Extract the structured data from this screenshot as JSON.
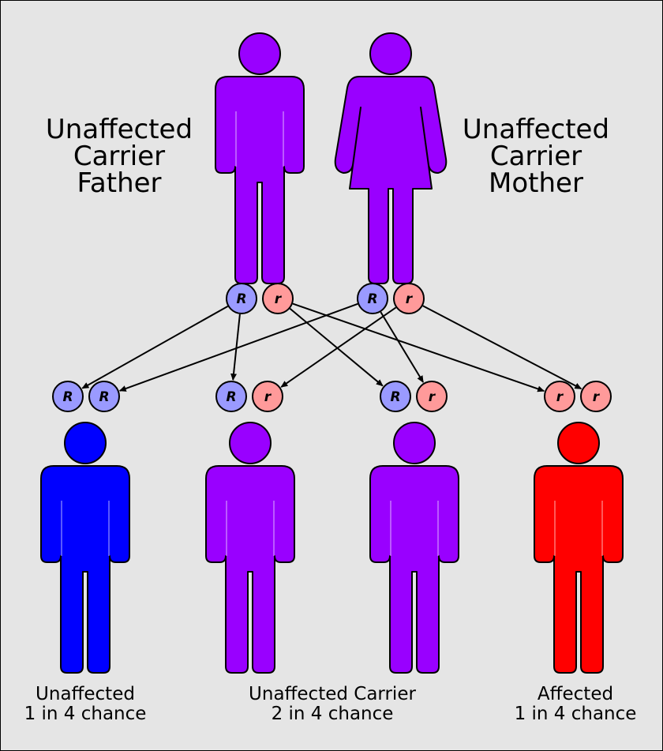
{
  "colors": {
    "carrier": "#9900ff",
    "unaffected": "#0000ff",
    "affected": "#ff0000",
    "allele_dominant": "#9a9aff",
    "allele_recessive": "#ff9a9a",
    "outline": "#000000"
  },
  "parents": [
    {
      "id": "father",
      "label_lines": [
        "Unaffected",
        "Carrier",
        "Father"
      ],
      "alleles": [
        "R",
        "r"
      ],
      "color_key": "carrier",
      "figure": "male-icon"
    },
    {
      "id": "mother",
      "label_lines": [
        "Unaffected",
        "Carrier",
        "Mother"
      ],
      "alleles": [
        "R",
        "r"
      ],
      "color_key": "carrier",
      "figure": "female-icon"
    }
  ],
  "children": [
    {
      "id": "child-1",
      "alleles": [
        "R",
        "R"
      ],
      "color_key": "unaffected"
    },
    {
      "id": "child-2",
      "alleles": [
        "R",
        "r"
      ],
      "color_key": "carrier"
    },
    {
      "id": "child-3",
      "alleles": [
        "R",
        "r"
      ],
      "color_key": "carrier"
    },
    {
      "id": "child-4",
      "alleles": [
        "r",
        "r"
      ],
      "color_key": "affected"
    }
  ],
  "outcome_labels": [
    {
      "line1": "Unaffected",
      "line2": "1 in 4 chance"
    },
    {
      "line1": "Unaffected Carrier",
      "line2": "2 in 4 chance"
    },
    {
      "line1": "Affected",
      "line2": "1 in 4 chance"
    }
  ],
  "inheritance_arrows": [
    {
      "from": "father",
      "allele": "R",
      "to": "child-1"
    },
    {
      "from": "father",
      "allele": "R",
      "to": "child-2"
    },
    {
      "from": "father",
      "allele": "r",
      "to": "child-3"
    },
    {
      "from": "father",
      "allele": "r",
      "to": "child-4"
    },
    {
      "from": "mother",
      "allele": "R",
      "to": "child-1"
    },
    {
      "from": "mother",
      "allele": "r",
      "to": "child-2"
    },
    {
      "from": "mother",
      "allele": "R",
      "to": "child-3"
    },
    {
      "from": "mother",
      "allele": "r",
      "to": "child-4"
    }
  ]
}
